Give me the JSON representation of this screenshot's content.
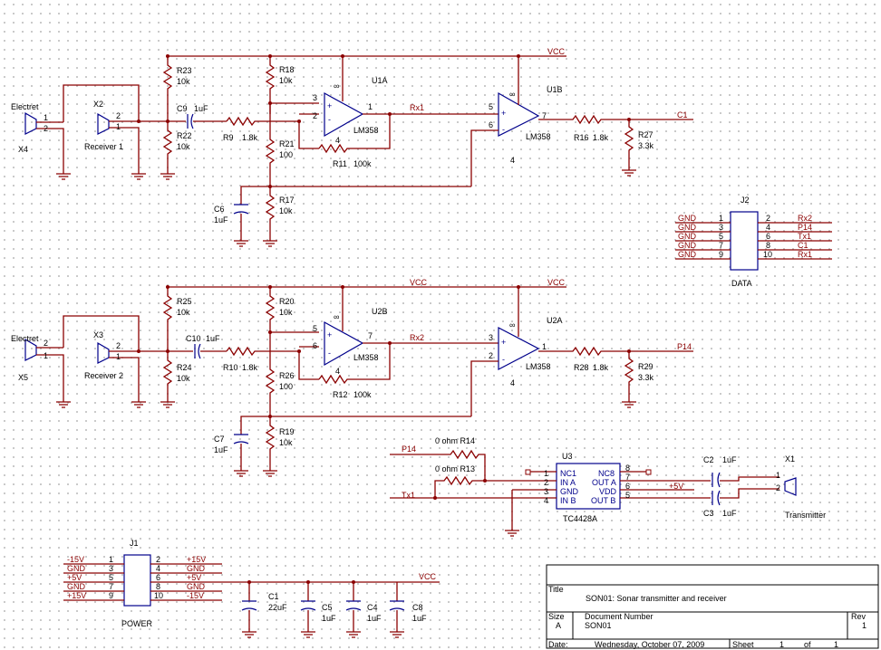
{
  "net": {
    "vcc": "VCC",
    "rx1": "Rx1",
    "rx2": "Rx2",
    "c1": "C1",
    "p14": "P14",
    "tx1": "Tx1",
    "p5v": "+5V"
  },
  "ch1": {
    "mic_label": "Electret",
    "mic_ref": "X4",
    "recv_ref": "X2",
    "recv_label": "Receiver 1",
    "r23": "R23",
    "r23v": "10k",
    "r22": "R22",
    "r22v": "10k",
    "c9": "C9",
    "c9v": "1uF",
    "r9": "R9",
    "r9v": "1.8k",
    "r18": "R18",
    "r18v": "10k",
    "r21": "R21",
    "r21v": "100",
    "r17": "R17",
    "r17v": "10k",
    "c6": "C6",
    "c6v": "1uF",
    "u1a": "U1A",
    "u1b": "U1B",
    "op": "LM358",
    "r11": "R11",
    "r11v": "100k",
    "r16": "R16",
    "r16v": "1.8k",
    "r27": "R27",
    "r27v": "3.3k"
  },
  "ch2": {
    "mic_label": "Electret",
    "mic_ref": "X5",
    "recv_ref": "X3",
    "recv_label": "Receiver 2",
    "r25": "R25",
    "r25v": "10k",
    "r24": "R24",
    "r24v": "10k",
    "c10": "C10",
    "c10v": "1uF",
    "r10": "R10",
    "r10v": "1.8k",
    "r20": "R20",
    "r20v": "10k",
    "r26": "R26",
    "r26v": "100",
    "r19": "R19",
    "r19v": "10k",
    "c7": "C7",
    "c7v": "1uF",
    "u2b": "U2B",
    "u2a": "U2A",
    "op": "LM358",
    "r12": "R12",
    "r12v": "100k",
    "r28": "R28",
    "r28v": "1.8k",
    "r29": "R29",
    "r29v": "3.3k"
  },
  "pins": {
    "p1": "1",
    "p2": "2",
    "p3": "3",
    "p4": "4",
    "p5": "5",
    "p6": "6",
    "p7": "7",
    "p8": "8",
    "p9": "9",
    "p10": "10",
    "inf": "∞"
  },
  "j2": {
    "ref": "J2",
    "name": "DATA",
    "left": [
      "GND",
      "GND",
      "GND",
      "GND",
      "GND"
    ],
    "lpins": [
      "1",
      "3",
      "5",
      "7",
      "9"
    ],
    "right": [
      "Rx2",
      "P14",
      "Tx1",
      "C1",
      "Rx1"
    ],
    "rpins": [
      "2",
      "4",
      "6",
      "8",
      "10"
    ]
  },
  "j1": {
    "ref": "J1",
    "name": "POWER",
    "left": [
      "-15V",
      "GND",
      "+5V",
      "GND",
      "+15V"
    ],
    "lpins": [
      "1",
      "3",
      "5",
      "7",
      "9"
    ],
    "right": [
      "+15V",
      "GND",
      "+5V",
      "GND",
      "-15V"
    ],
    "rpins": [
      "2",
      "4",
      "6",
      "8",
      "10"
    ]
  },
  "driver": {
    "ref": "U3",
    "part": "TC4428A",
    "r14": "0 ohm  R14",
    "r13": "0 ohm  R13",
    "left": [
      "NC1",
      "IN A",
      "GND",
      "IN B"
    ],
    "right": [
      "NC8",
      "OUT A",
      "VDD",
      "OUT B"
    ],
    "c2": "C2",
    "c2v": "1uF",
    "c3": "C3",
    "c3v": "1uF",
    "x1": "X1",
    "x1_label": "Transmitter"
  },
  "caps": {
    "c1": "C1",
    "c1v": "22uF",
    "c5": "C5",
    "c5v": "1uF",
    "c4": "C4",
    "c4v": "1uF",
    "c8": "C8",
    "c8v": "1uF"
  },
  "titleblock": {
    "title_label": "Title",
    "title": "SON01: Sonar transmitter and receiver",
    "size_label": "Size",
    "size": "A",
    "docnum_label": "Document Number",
    "docnum": "SON01",
    "rev_label": "Rev",
    "rev": "1",
    "date_label": "Date:",
    "date": "Wednesday, October 07, 2009",
    "sheet_label": "Sheet",
    "sheet": "1",
    "of_label": "of",
    "sheets": "1"
  }
}
